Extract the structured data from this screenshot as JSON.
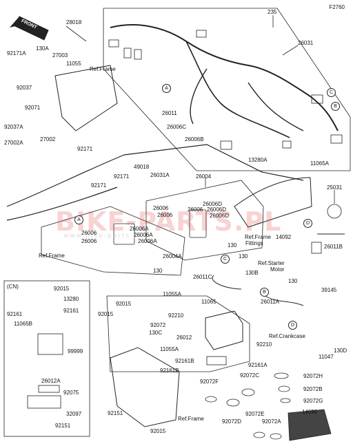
{
  "figure_id": "F2760",
  "front_label": "FRONT",
  "watermark": "BIKE-PARTS.PL",
  "watermark_sub": "www.bike-parts.pl",
  "inset_tag": "(CN)",
  "callouts": {
    "a": "A",
    "b": "B",
    "c": "C",
    "d": "D"
  },
  "labels": {
    "p28018": "28018",
    "p92171A": "92171A",
    "p130A": "130A",
    "p27003": "27003",
    "p11055": "11055",
    "p92037": "92037",
    "p92071": "92071",
    "p92037A": "92037A",
    "p27002A": "27002A",
    "p27002": "27002",
    "p92171a": "92171",
    "p92171b": "92171",
    "p92171c": "92171",
    "p49018": "49018",
    "p26031A": "26031A",
    "p26004": "26004",
    "p235": "235",
    "p26031": "26031",
    "p26011": "26011",
    "p26006C": "26006C",
    "p26006B": "26006B",
    "p13280A": "13280A",
    "p11065A": "11065A",
    "p25031": "25031",
    "p26011B": "26011B",
    "p14092": "14092",
    "p26006a": "26006",
    "p26006D1": "26006D",
    "p26006b": "26006",
    "p26006D2": "26006D",
    "p26006c": "26006",
    "p26006D3": "26006D",
    "p26006d": "26006",
    "p26006A1": "26006A",
    "p26006A2": "26006A",
    "p26006e": "26006",
    "p26006A3": "26006A",
    "p130a": "130",
    "p26004A": "26004A",
    "p130b": "130",
    "p130c": "130",
    "p26011C": "26011C",
    "p130B": "130B",
    "p130d": "130",
    "p39145": "39145",
    "p11065": "11065",
    "p26011A": "26011A",
    "p11055A1": "11055A",
    "p92015a": "92015",
    "p92015b": "92015",
    "p92210a": "92210",
    "p92072": "92072",
    "p130C": "130C",
    "p26012": "26012",
    "p92210b": "92210",
    "p11055A2": "11055A",
    "p92161B1": "92161B",
    "p92161B2": "92161B",
    "p92161A": "92161A",
    "p130D": "130D",
    "p11047": "11047",
    "p92072F": "92072F",
    "p92072C": "92072C",
    "p92072H": "92072H",
    "p92072B": "92072B",
    "p92072G": "92072G",
    "p92072E": "92072E",
    "p92072D": "92072D",
    "p92072A": "92072A",
    "p14090": "14090",
    "p92151a": "92151",
    "p92015c": "92015",
    "ref_frame1": "Ref.Frame",
    "ref_frame2": "Ref.Frame",
    "ref_frame3": "Ref.Frame",
    "ref_frame_fittings1": "Ref.Frame",
    "ref_frame_fittings2": "Fittings",
    "ref_starter1": "Ref.Starter",
    "ref_starter2": "Motor",
    "ref_crankcase": "Ref.Crankcase",
    "cn_92015": "92015",
    "cn_13280": "13280",
    "cn_92161a": "92161",
    "cn_92161b": "92161",
    "cn_11065B": "11065B",
    "cn_99999": "99999",
    "cn_26012A": "26012A",
    "cn_92075": "92075",
    "cn_32097": "32097",
    "cn_92151": "92151"
  }
}
